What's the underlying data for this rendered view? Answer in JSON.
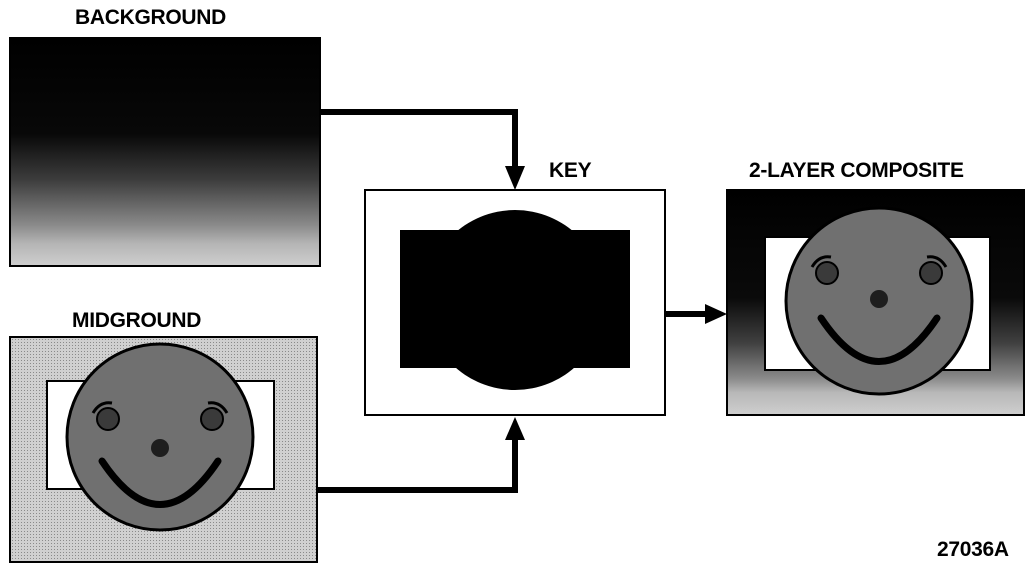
{
  "labels": {
    "background": "BACKGROUND",
    "midground": "MIDGROUND",
    "key": "KEY",
    "composite": "2-LAYER COMPOSITE",
    "figure_id": "27036A"
  },
  "colors": {
    "ink": "#000000",
    "paper": "#ffffff",
    "face_gray": "#6e6e6e",
    "frame_light_gray": "#c4c4c4"
  }
}
